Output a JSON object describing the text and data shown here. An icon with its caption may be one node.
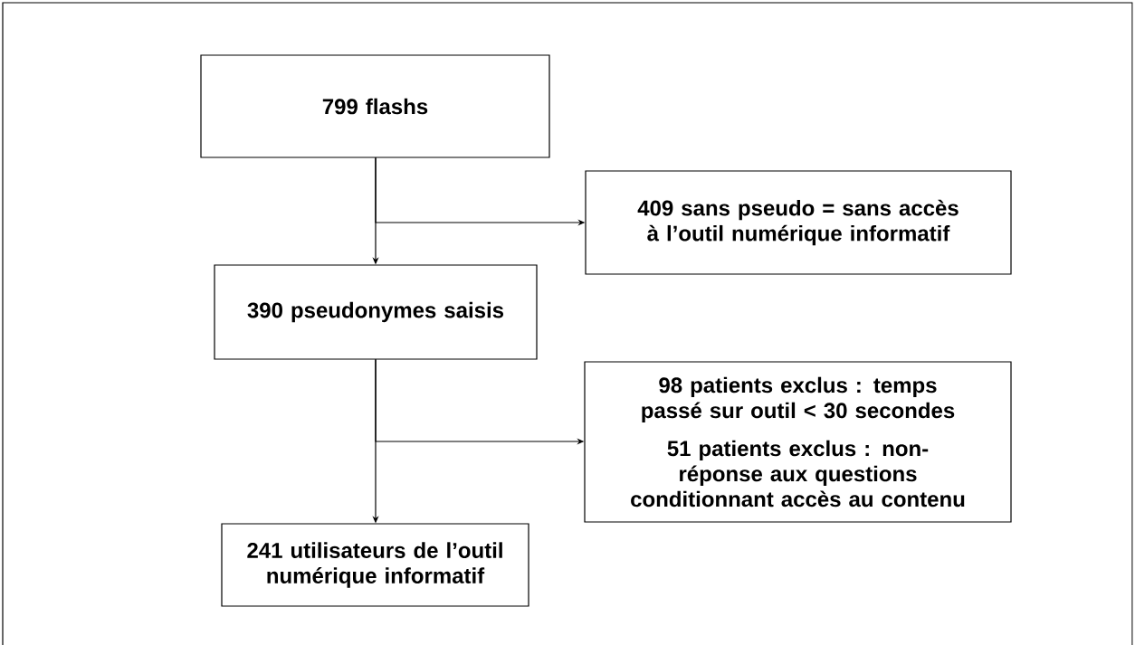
{
  "diagram": {
    "nodes": [
      {
        "text": [
          "799 flashs"
        ]
      },
      {
        "text": [
          "409 sans pseudo = sans accès à l’outil numérique informatif"
        ]
      },
      {
        "text": [
          "390 pseudonymes saisis"
        ]
      },
      {
        "text": [
          "98 patients exclus : temps passé sur outil < 30 secondes",
          "51 patients exclus : non-réponse aux questions conditionnant accès au contenu"
        ]
      },
      {
        "text": [
          "241 utilisateurs de l’outil numérique informatif"
        ]
      }
    ],
    "edges": [
      {
        "from": 0,
        "to": 2,
        "arrow": "to"
      },
      {
        "from": 0,
        "to": 1,
        "arrow": "to"
      },
      {
        "from": 2,
        "to": 4,
        "arrow": "to"
      },
      {
        "from": 2,
        "to": 3,
        "arrow": "to"
      }
    ]
  }
}
